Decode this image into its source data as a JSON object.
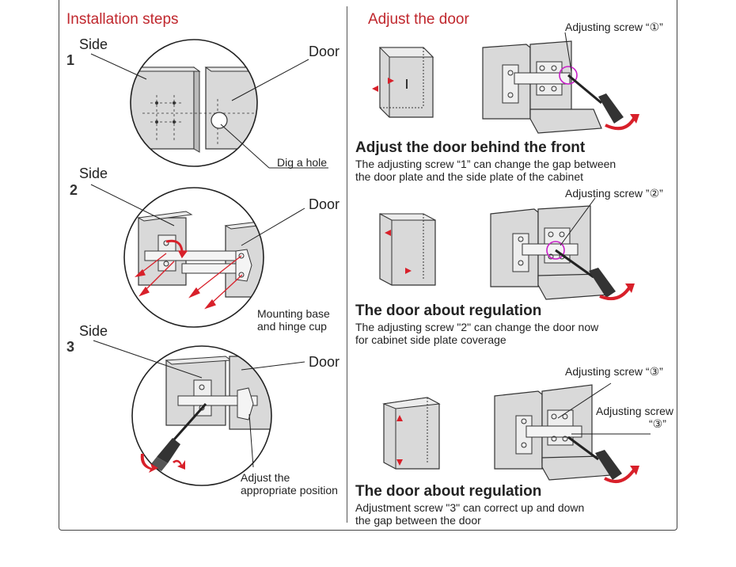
{
  "left": {
    "title": "Installation steps",
    "steps": [
      {
        "number": "1",
        "side_label": "Side",
        "door_label": "Door",
        "callout": "Dig a hole"
      },
      {
        "number": "2",
        "side_label": "Side",
        "door_label": "Door",
        "callout_line1": "Mounting base",
        "callout_line2": "and hinge cup"
      },
      {
        "number": "3",
        "side_label": "Side",
        "door_label": "Door",
        "callout_line1": "Adjust the",
        "callout_line2": "appropriate position"
      }
    ]
  },
  "right": {
    "title": "Adjust the door",
    "sections": [
      {
        "screw_label": "Adjusting screw “①”",
        "heading": "Adjust the door behind the front",
        "desc_line1": "The adjusting screw “1” can change the gap between",
        "desc_line2": "the door plate and the side plate of the cabinet"
      },
      {
        "screw_label": "Adjusting screw ”②”",
        "heading": "The door about regulation",
        "desc_line1": "The adjusting screw \"2\" can change the door now",
        "desc_line2": "for cabinet side plate coverage"
      },
      {
        "screw_label": "Adjusting screw “③”",
        "screw_label_b_line1": "Adjusting screw",
        "screw_label_b_line2": "“③”",
        "heading": "The door about regulation",
        "desc_line1": "Adjustment screw \"3\" can correct up and down",
        "desc_line2": "the gap between the door"
      }
    ]
  },
  "colors": {
    "title_red": "#c0272d",
    "arrow_red": "#d8202a",
    "highlight_magenta": "#c81ec8",
    "panel_gray": "#d9d9d9"
  }
}
